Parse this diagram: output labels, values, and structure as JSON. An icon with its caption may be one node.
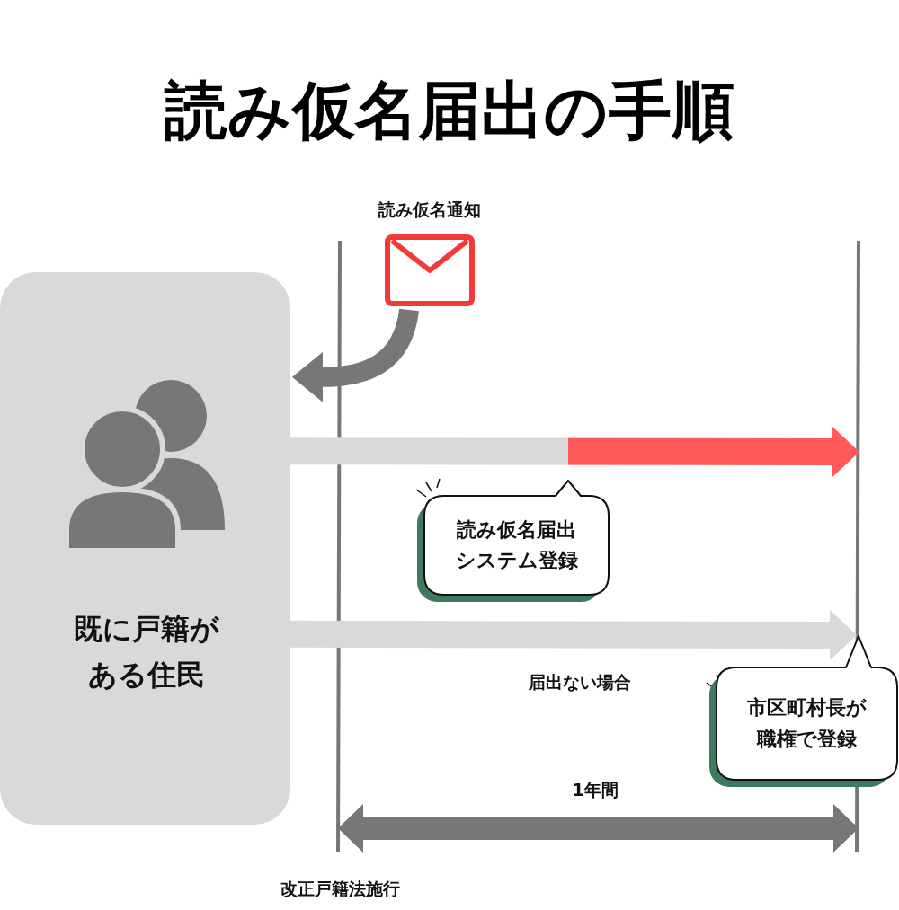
{
  "diagram": {
    "title": "読み仮名届出の手順",
    "nodes": [
      {
        "text": [
          "既に戸籍がある住民"
        ]
      },
      {
        "text": [
          "読み仮名通知"
        ]
      },
      {
        "text": [
          "読み仮名届出システム登録"
        ]
      },
      {
        "text": [
          "市区町村長が職権で登録"
        ]
      }
    ],
    "edges": [
      {
        "from": 1,
        "to": 0,
        "arrow": "to",
        "color": "#777777"
      },
      {
        "from": 0,
        "to": null,
        "arrow": "to",
        "color": "#ff5a5a"
      },
      {
        "from": 0,
        "to": 3,
        "arrow": "to",
        "color": "#d9d9d9",
        "label": "届出ない場合"
      }
    ],
    "labels": [
      "1年間",
      "改正戸籍法施行"
    ]
  }
}
